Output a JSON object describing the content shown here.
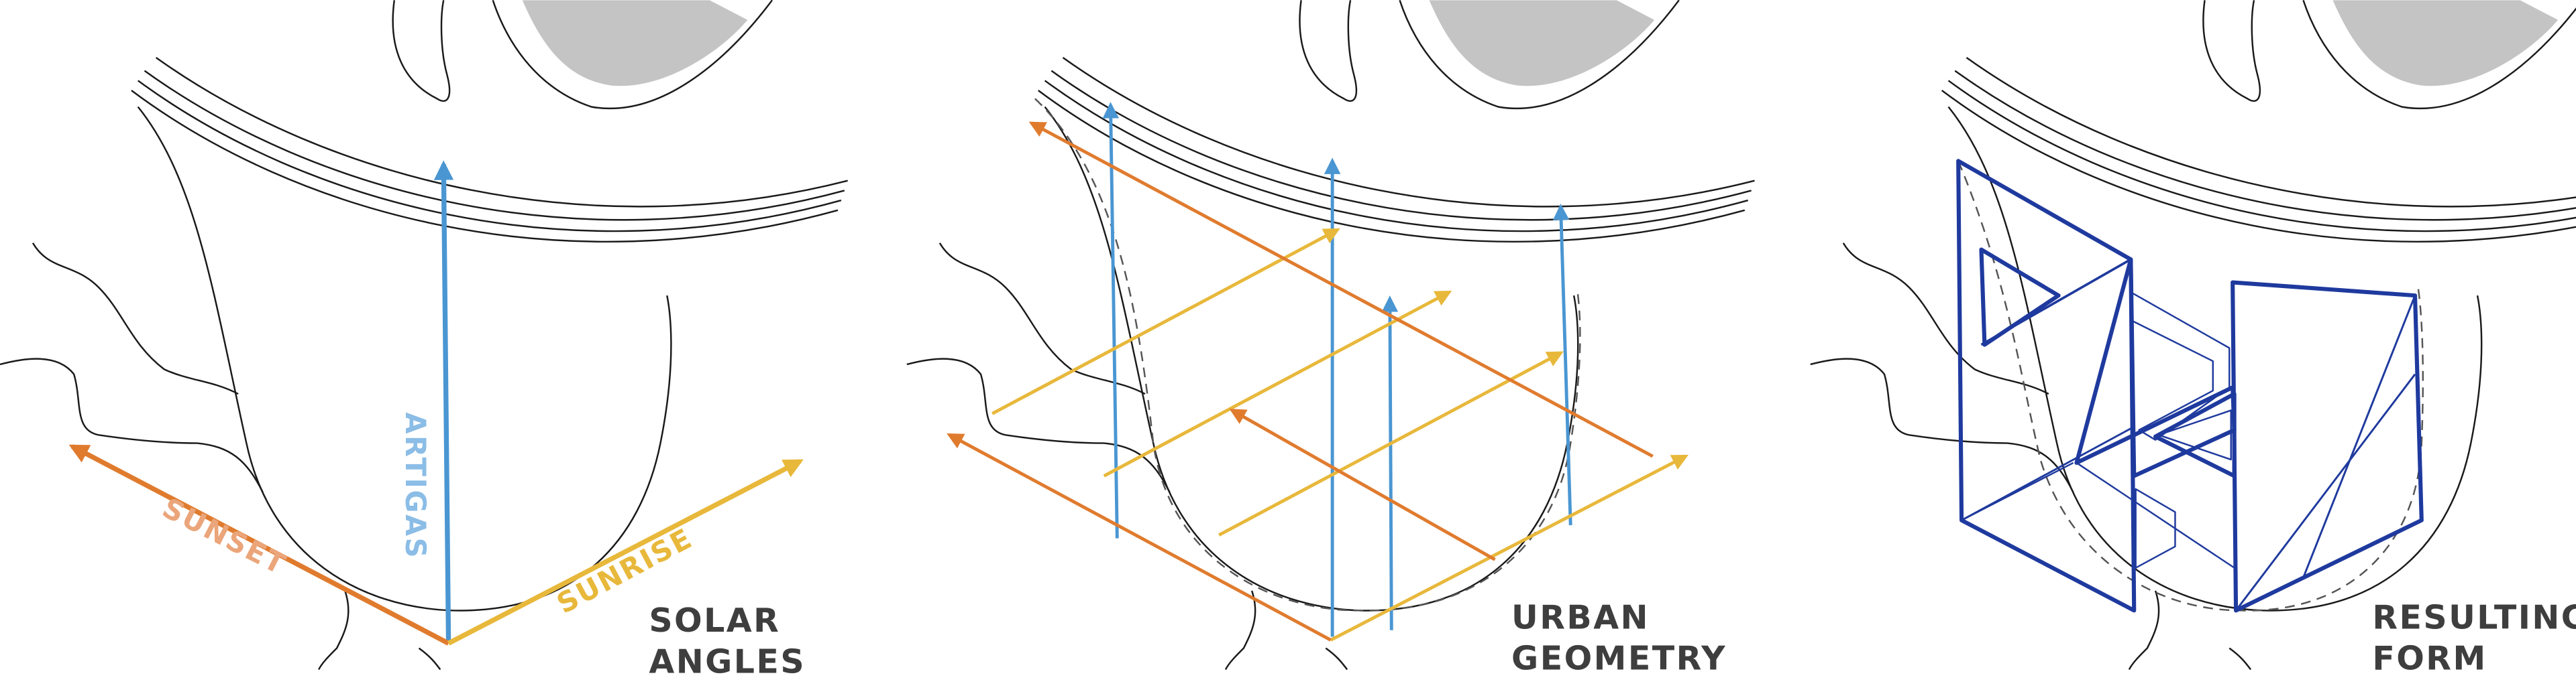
{
  "colors": {
    "sunset": "#e07b2e",
    "sunset_label": "#eba57a",
    "sunrise": "#e8b83b",
    "artigas": "#4a96d2",
    "artigas_label": "#8bbde6",
    "form": "#1f3a9e",
    "line": "#1a1a1a",
    "fill": "#c4c4c4",
    "caption": "#3e3e3e"
  },
  "panels": [
    {
      "caption_line1": "SOLAR",
      "caption_line2": "ANGLES",
      "labels": {
        "artigas": "ARTIGAS",
        "sunset": "SUNSET",
        "sunrise": "SUNRISE"
      }
    },
    {
      "caption_line1": "URBAN",
      "caption_line2": "GEOMETRY"
    },
    {
      "caption_line1": "RESULTING",
      "caption_line2": "FORM"
    }
  ]
}
